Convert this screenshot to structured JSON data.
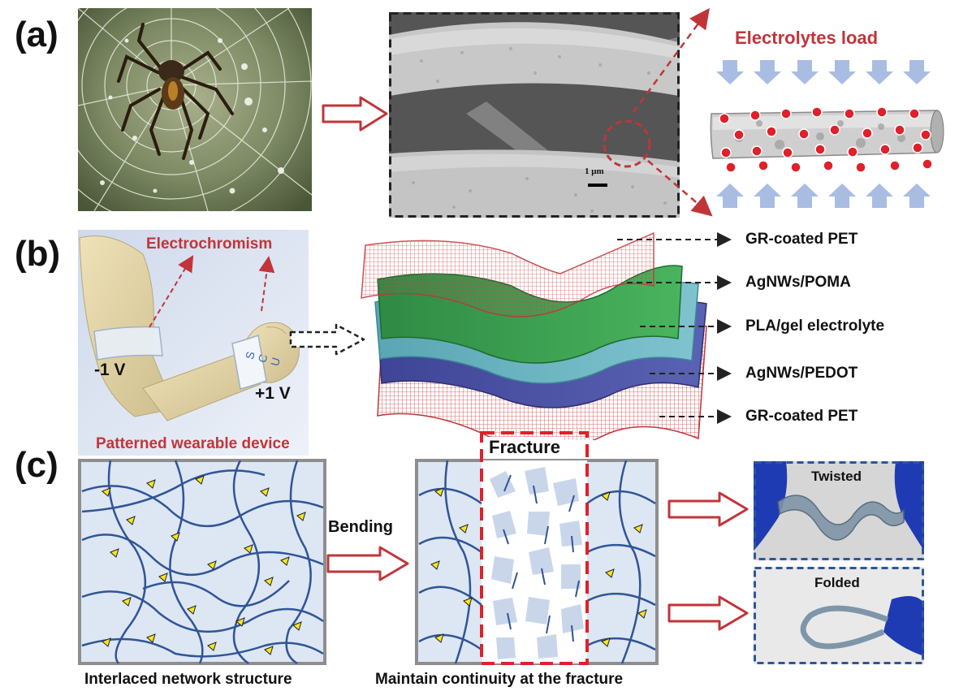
{
  "panels": {
    "a": {
      "letter": "(a)",
      "sem_scale": "1 μm",
      "electrolyte_title": "Electrolytes load"
    },
    "b": {
      "letter": "(b)",
      "electrochromism_label": "Electrochromism",
      "minus_voltage": "-1 V",
      "plus_voltage": "+1 V",
      "wearable_caption": "Patterned wearable device",
      "band_letters": "S C U",
      "layers": [
        "GR-coated PET",
        "AgNWs/POMA",
        "PLA/gel electrolyte",
        "AgNWs/PEDOT",
        "GR-coated PET"
      ]
    },
    "c": {
      "letter": "(c)",
      "bending_label": "Bending",
      "fracture_label": "Fracture",
      "left_caption": "Interlaced network structure",
      "middle_caption": "Maintain continuity at the fracture",
      "twisted_label": "Twisted",
      "folded_label": "Folded"
    }
  },
  "colors": {
    "accent_red": "#c0353a",
    "network_blue": "#2f5597",
    "panel_bg_blue": "#dde6f3",
    "arrow_blue": "#8faadc",
    "triangle_yellow": "#f5e526"
  }
}
